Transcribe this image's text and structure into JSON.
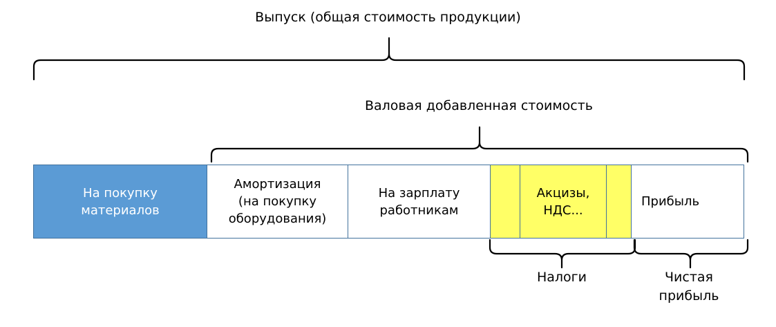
{
  "diagram": {
    "title_top": "Выпуск (общая стоимость продукции)",
    "title_middle": "Валовая добавленная стоимость",
    "bar_segments": [
      {
        "id": "materials",
        "label": "На покупку\nматериалов",
        "color": "#5B9BD5",
        "text_color": "#FFFFFF"
      },
      {
        "id": "amortization",
        "label": "Амортизация\n(на покупку\nоборудования)",
        "color": "#FFFFFF",
        "text_color": "#000000"
      },
      {
        "id": "salary",
        "label": "На зарплату\nработникам",
        "color": "#FFFFFF",
        "text_color": "#000000"
      },
      {
        "id": "tax-left",
        "label": "",
        "color": "#FFFF66",
        "text_color": "#000000"
      },
      {
        "id": "excise-vat",
        "label": "Акцизы,\nНДС...",
        "color": "#FFFF66",
        "text_color": "#000000"
      },
      {
        "id": "tax-right",
        "label": "",
        "color": "#FFFF66",
        "text_color": "#000000"
      },
      {
        "id": "profit",
        "label": "Прибыль",
        "color": "#FFFFFF",
        "text_color": "#000000"
      }
    ],
    "bottom_captions": [
      {
        "id": "taxes",
        "label": "Налоги"
      },
      {
        "id": "net-profit",
        "label": "Чистая\nприбыль"
      }
    ],
    "colors": {
      "blue_fill": "#5B9BD5",
      "yellow_fill": "#FFFF66",
      "cell_border": "#41719C",
      "brace_stroke": "#000000",
      "background": "#FFFFFF"
    }
  }
}
